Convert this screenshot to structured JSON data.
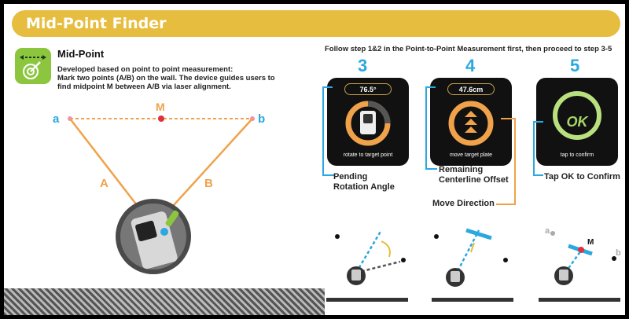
{
  "header": {
    "title": "Mid-Point Finder"
  },
  "midpoint": {
    "title": "Mid-Point",
    "desc_line1": "Developed based on point to point measurement:",
    "desc_line2": "Mark two points (A/B) on the wall. The device guides users to",
    "desc_line3": "find midpoint M between A/B via laser alignment.",
    "icon": "laser-target-icon"
  },
  "diagram": {
    "point_a": "a",
    "point_b": "b",
    "point_m": "M",
    "line_a": "A",
    "line_b": "B"
  },
  "instruction": "Follow step 1&2 in the Point-to-Point Measurement first, then proceed to step 3-5",
  "steps": [
    {
      "number": "3",
      "readout": "76.5°",
      "caption": "rotate to target point",
      "label_line1": "Pending",
      "label_line2": "Rotation Angle"
    },
    {
      "number": "4",
      "readout": "47.6cm",
      "caption": "move target plate",
      "label_line1": "Remaining",
      "label_line2": "Centerline Offset",
      "extra_label": "Move Direction"
    },
    {
      "number": "5",
      "readout": "OK",
      "caption": "tap to confirm",
      "label_line1": "Tap OK to Confirm"
    }
  ],
  "scene5": {
    "point_a": "a",
    "point_b": "b",
    "point_m": "M"
  },
  "colors": {
    "accent_yellow": "#e6bd3e",
    "accent_blue": "#2aa8df",
    "orange": "#f0a24a",
    "green": "#8cc63f",
    "red": "#e0303a"
  }
}
